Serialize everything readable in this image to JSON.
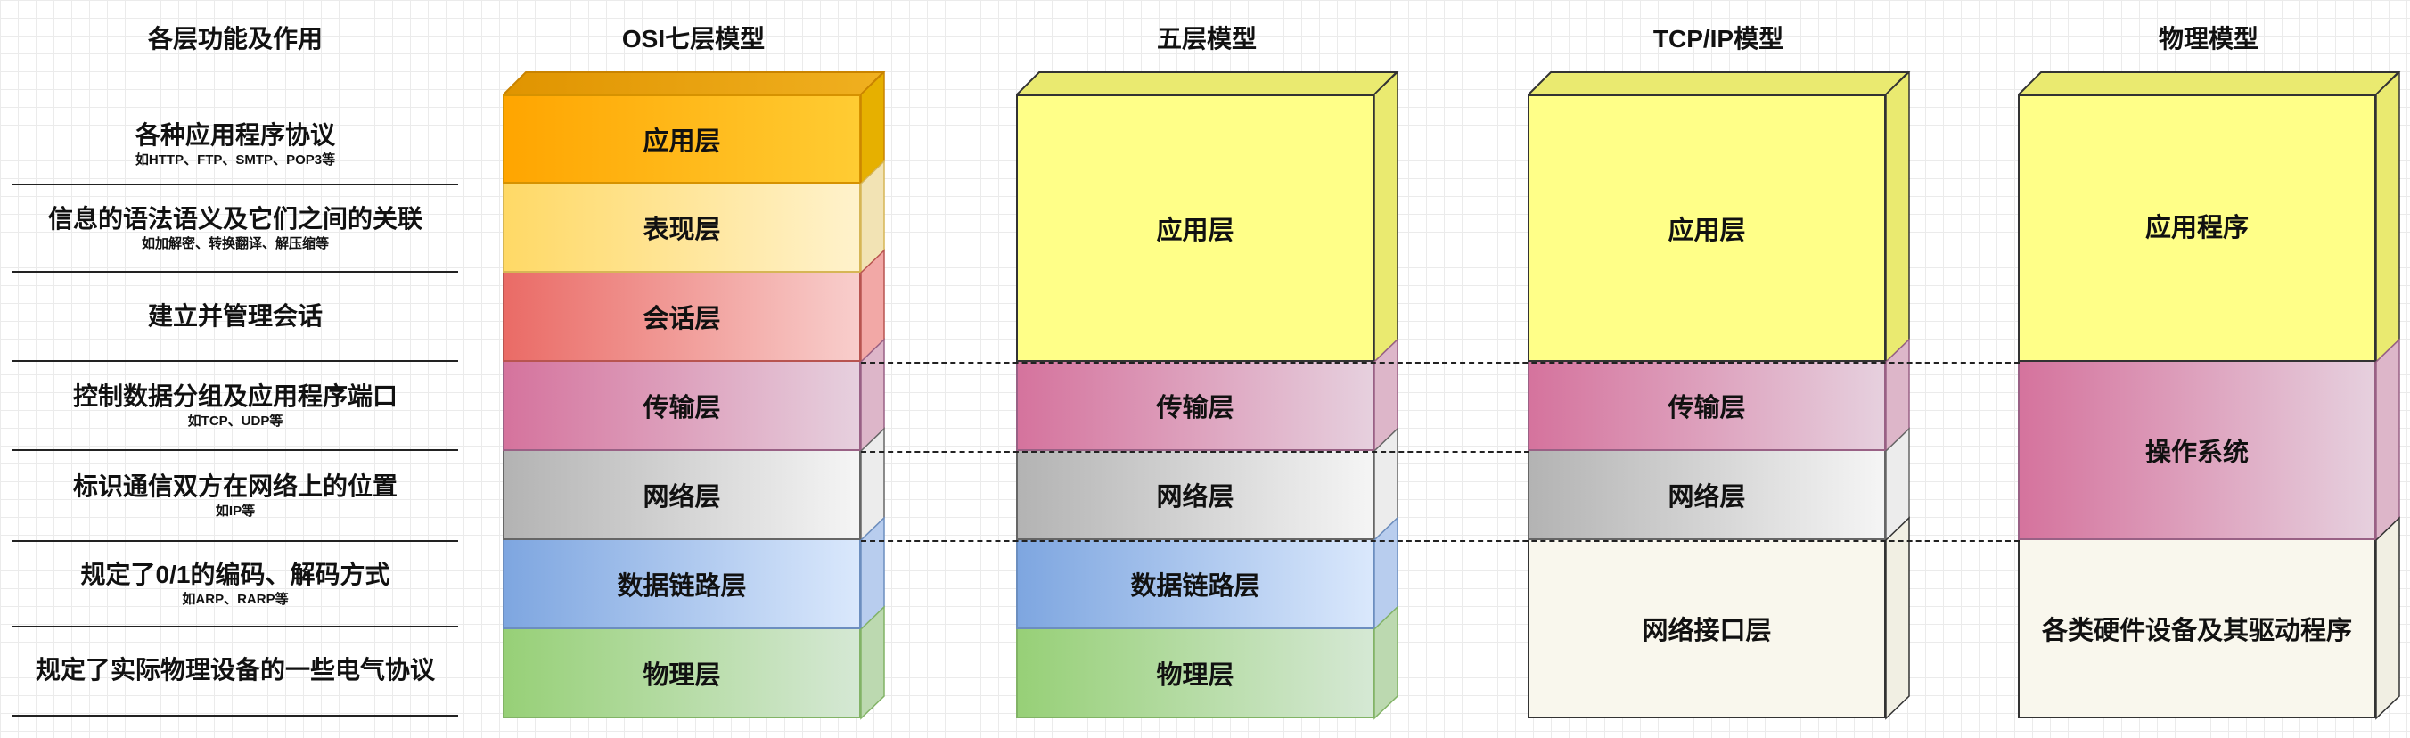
{
  "headers": {
    "functions": "各层功能及作用",
    "osi": "OSI七层模型",
    "five": "五层模型",
    "tcpip": "TCP/IP模型",
    "physical": "物理模型"
  },
  "functions": [
    {
      "main": "各种应用程序协议",
      "sub": "如HTTP、FTP、SMTP、POP3等"
    },
    {
      "main": "信息的语法语义及它们之间的关联",
      "sub": "如加解密、转换翻译、解压缩等"
    },
    {
      "main": "建立并管理会话",
      "sub": ""
    },
    {
      "main": "控制数据分组及应用程序端口",
      "sub": "如TCP、UDP等"
    },
    {
      "main": "标识通信双方在网络上的位置",
      "sub": "如IP等"
    },
    {
      "main": "规定了0/1的编码、解码方式",
      "sub": "如ARP、RARP等"
    },
    {
      "main": "规定了实际物理设备的一些电气协议",
      "sub": ""
    }
  ],
  "osi_layers": [
    "应用层",
    "表现层",
    "会话层",
    "传输层",
    "网络层",
    "数据链路层",
    "物理层"
  ],
  "five_layers": [
    "应用层",
    "传输层",
    "网络层",
    "数据链路层",
    "物理层"
  ],
  "tcpip_layers": [
    "应用层",
    "传输层",
    "网络层",
    "网络接口层"
  ],
  "physical_layers": [
    "应用程序",
    "操作系统",
    "各类硬件设备及其驱动程序"
  ],
  "colors": {
    "application_orange": "#ffa500",
    "presentation": "#ffe08a",
    "session": "#ea6b66",
    "transport": "#d5739d",
    "network": "#b3b3b3",
    "datalink": "#7ea6e0",
    "physical_green": "#97d077",
    "app_yellow": "#ffff88",
    "netif": "#f9f7ed"
  }
}
